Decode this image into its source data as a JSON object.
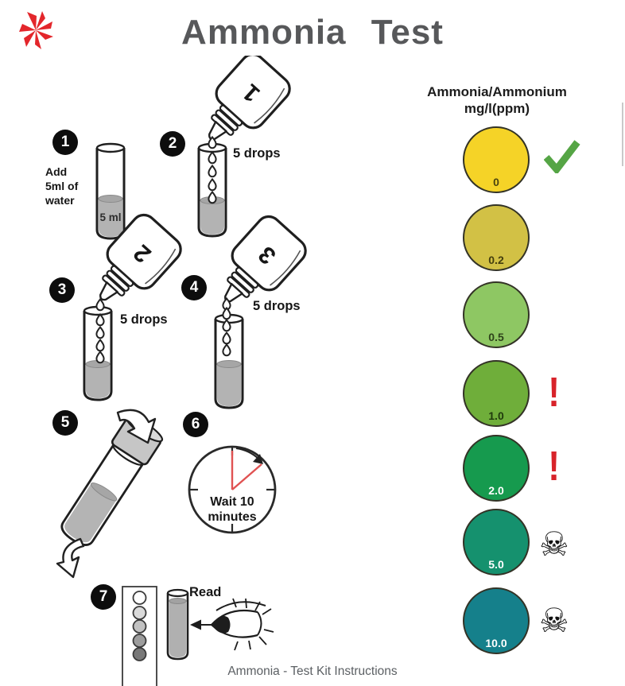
{
  "page": {
    "title": "Ammonia Test",
    "caption": "Ammonia - Test Kit Instructions"
  },
  "logo": {
    "color": "#e3262b"
  },
  "steps": {
    "badges": [
      "1",
      "2",
      "3",
      "4",
      "5",
      "6",
      "7"
    ],
    "step1_text": [
      "Add",
      "5ml of",
      "water"
    ],
    "tube1_label": "5 ml",
    "drops_label": "5 drops",
    "bottle_labels": [
      "1",
      "2",
      "3"
    ],
    "clock_text": [
      "Wait 10",
      "minutes"
    ],
    "read_label": "Read"
  },
  "scale": {
    "header_line1": "Ammonia/Ammonium",
    "header_line2": "mg/l(ppm)",
    "levels": [
      {
        "value": "0",
        "color": "#f5d327",
        "label_color": "#4a4410",
        "marker": "check"
      },
      {
        "value": "0.2",
        "color": "#d2c145",
        "label_color": "#433e0e",
        "marker": "none"
      },
      {
        "value": "0.5",
        "color": "#8ec763",
        "label_color": "#2e431a",
        "marker": "none"
      },
      {
        "value": "1.0",
        "color": "#6fae3a",
        "label_color": "#1f3a0c",
        "marker": "exclaim"
      },
      {
        "value": "2.0",
        "color": "#169a4e",
        "label_color": "#ffffff",
        "marker": "exclaim"
      },
      {
        "value": "5.0",
        "color": "#15916e",
        "label_color": "#ffffff",
        "marker": "skull"
      },
      {
        "value": "10.0",
        "color": "#15808b",
        "label_color": "#ffffff",
        "marker": "skull"
      }
    ],
    "glyphs": {
      "exclaim": "!",
      "skull": "☠"
    },
    "marker_colors": {
      "check": "#55a545",
      "exclaim": "#d8232a",
      "skull": "#111111"
    }
  }
}
